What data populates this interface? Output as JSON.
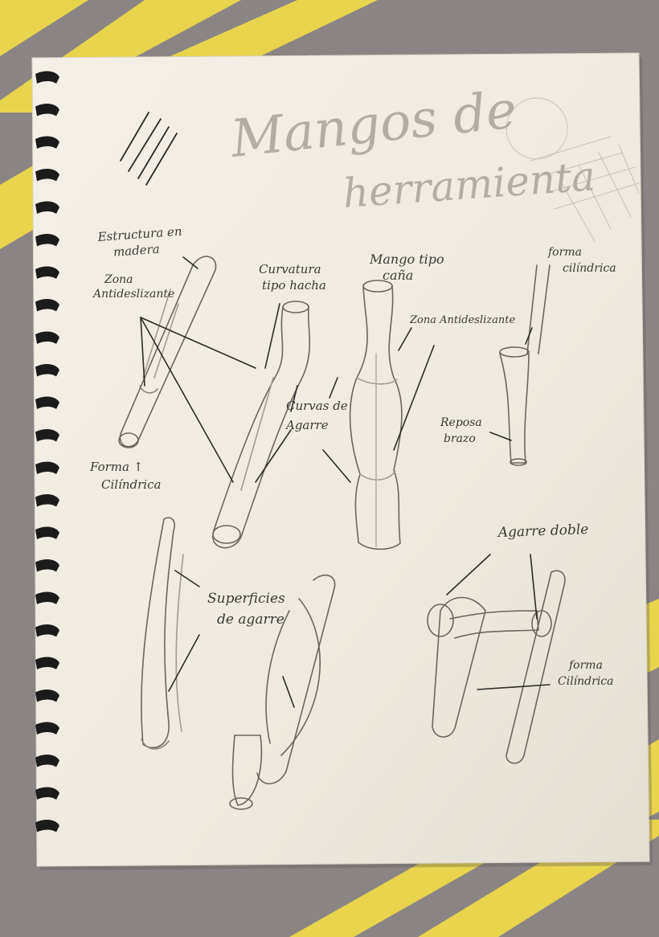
{
  "title": {
    "line1": "Mangos de",
    "line2": "herramienta"
  },
  "annotations": {
    "estructura": [
      "Estructura en",
      "madera"
    ],
    "zona_antideslizante_left": [
      "Zona",
      "Antideslizante"
    ],
    "forma_cilindrica_left": [
      "Forma ↑",
      "Cilíndrica"
    ],
    "curvatura": [
      "Curvatura",
      "tipo hacha"
    ],
    "curvas_agarre": [
      "Curvas de",
      "Agarre"
    ],
    "mango_cana": [
      "Mango tipo",
      "caña"
    ],
    "zona_antideslizante_mid": "Zona Antideslizante",
    "forma_cilindrica_right": [
      "forma",
      "cilíndrica"
    ],
    "reposa_brazo": [
      "Reposa",
      "brazo"
    ],
    "superficies_agarre": [
      "Superficies",
      "de agarre"
    ],
    "agarre_doble": "Agarre doble",
    "forma_cilindrica_bottom": [
      "forma",
      "Cilíndrica"
    ]
  },
  "colors": {
    "background": "#8a8584",
    "stripe": "#e8d44d",
    "paper": "#f1ede4",
    "pencil": "#3b3836",
    "spiral": "#1c1b1b"
  }
}
